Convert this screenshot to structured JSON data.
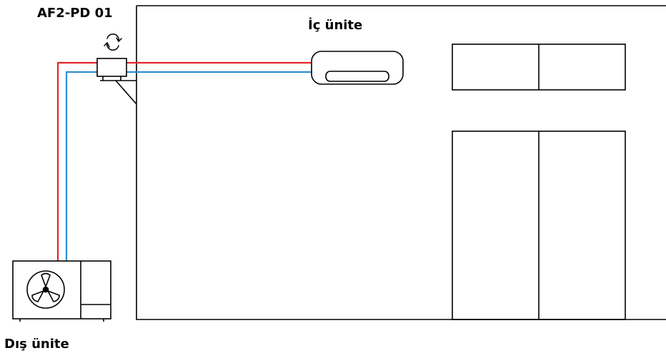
{
  "labels": {
    "device": "AF2-PD 01",
    "indoor_unit": "İç ünite",
    "outdoor_unit": "Dış ünite"
  },
  "colors": {
    "supply_line": "#e5252a",
    "return_line": "#2f8fd0",
    "outline": "#000000",
    "background": "#ffffff"
  },
  "icons": {
    "device": "sync-arrows-icon",
    "outdoor_fan": "fan-icon"
  }
}
